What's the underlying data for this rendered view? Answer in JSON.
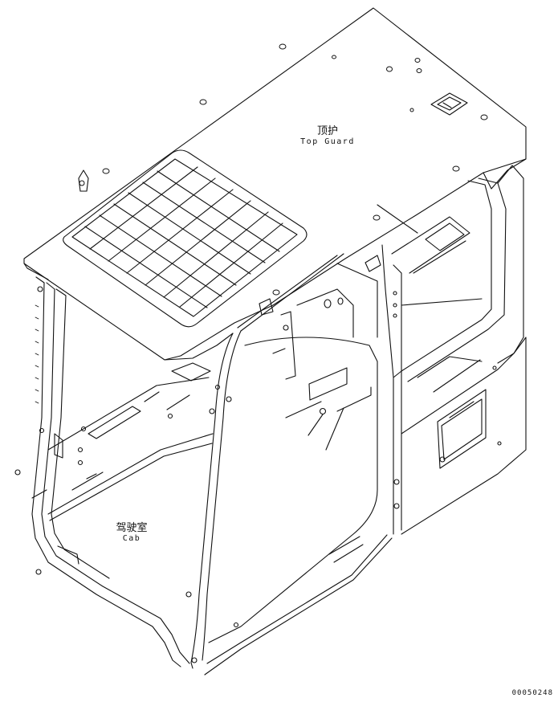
{
  "labels": {
    "top_guard_cn": "顶护",
    "top_guard_en": "Top Guard",
    "cab_cn": "驾驶室",
    "cab_en": "Cab"
  },
  "drawing_number": "00050248",
  "colors": {
    "line": "#111111",
    "background": "#ffffff"
  }
}
